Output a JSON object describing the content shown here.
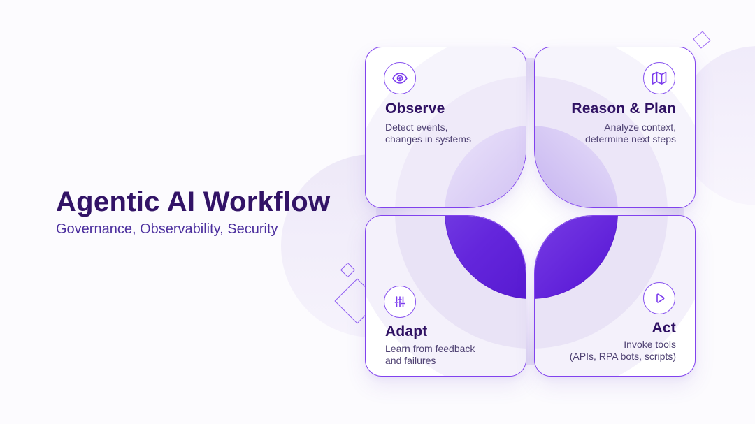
{
  "header": {
    "title": "Agentic AI Workflow",
    "subtitle": "Governance, Observability, Security"
  },
  "cards": [
    {
      "title": "Observe",
      "description": "Detect events,\nchanges in systems",
      "icon": "eye-icon"
    },
    {
      "title": "Reason & Plan",
      "description": "Analyze context,\ndetermine next steps",
      "icon": "map-icon"
    },
    {
      "title": "Adapt",
      "description": "Learn from feedback\nand failures",
      "icon": "sliders-icon"
    },
    {
      "title": "Act",
      "description": "Invoke tools\n(APIs, RPA bots, scripts)",
      "icon": "play-icon"
    }
  ],
  "colors": {
    "accent": "#7b3bed",
    "card_border": "#8142ee",
    "heading_text": "#321366",
    "subtitle_text": "#4c2f9e",
    "card_title_text": "#2f1163",
    "body_text": "#4f4273",
    "petal_dark": "#4b0fc7",
    "petal_light": "#c9b8f1"
  }
}
